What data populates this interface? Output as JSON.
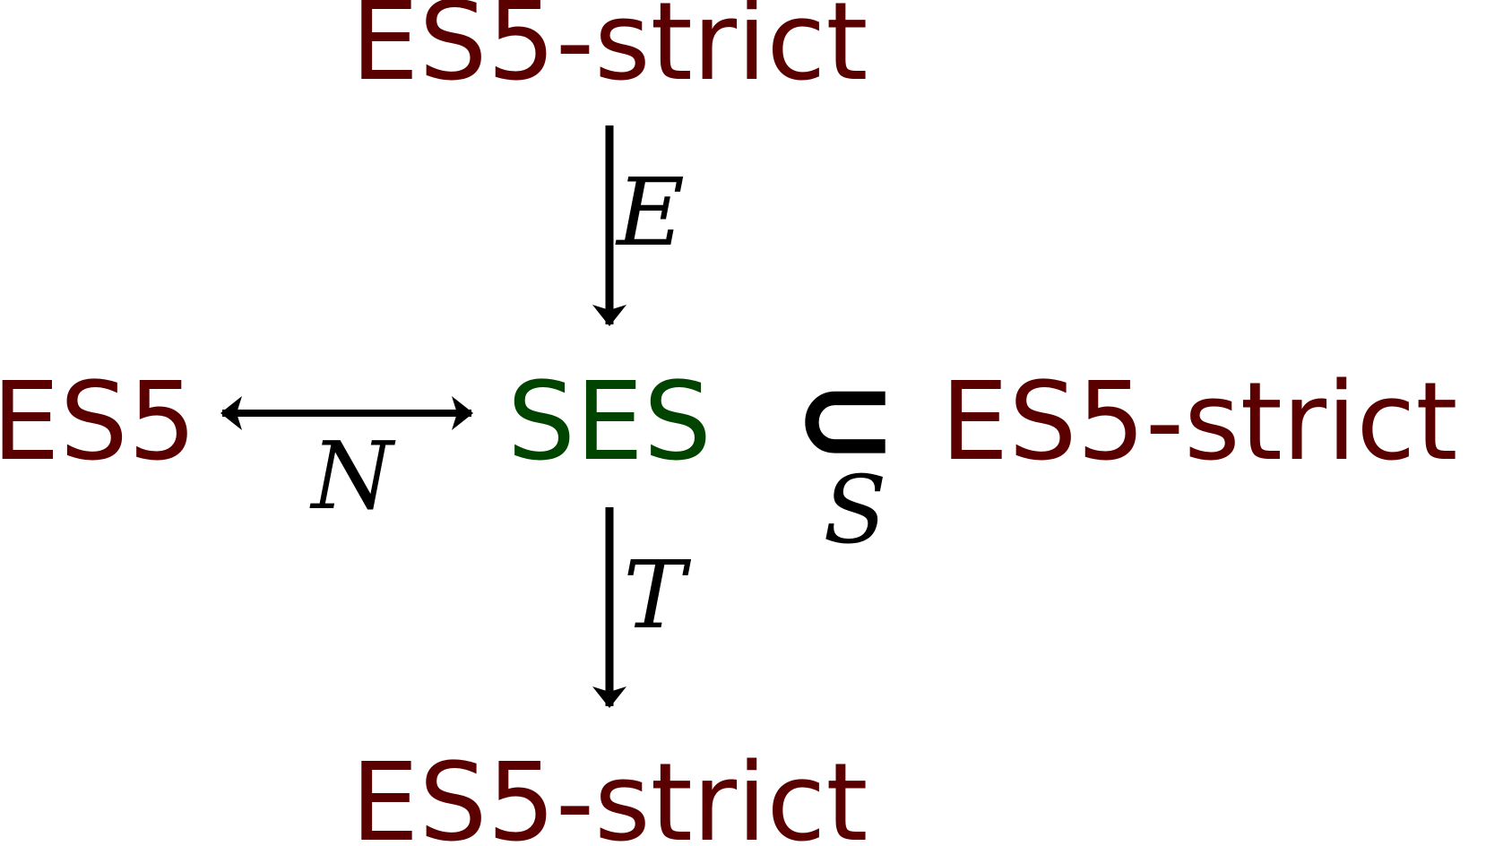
{
  "diagram": {
    "nodes": {
      "top": "ES5-strict",
      "left": "ES5",
      "center": "SES",
      "right": "ES5-strict",
      "bottom": "ES5-strict"
    },
    "relations": {
      "subset_symbol": "⊂"
    },
    "edges": {
      "top_to_center": "E",
      "left_center": "N",
      "center_right": "S",
      "center_to_bottom": "T"
    },
    "colors": {
      "es5_node": "#5a0000",
      "ses_node": "#004400",
      "edge": "#000000"
    }
  }
}
